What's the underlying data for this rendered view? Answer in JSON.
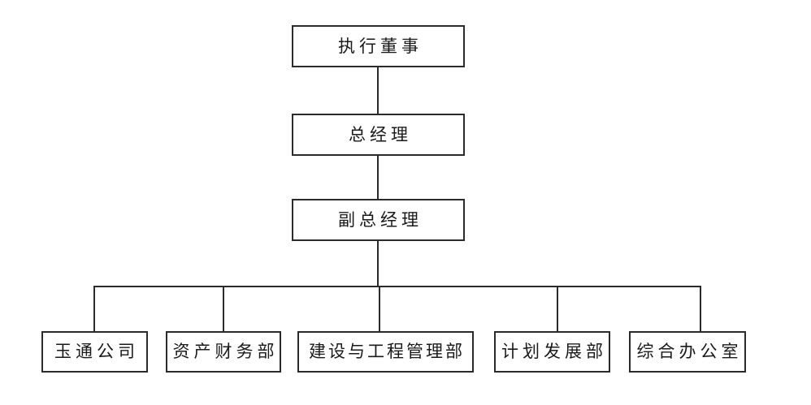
{
  "colors": {
    "line": "#2b2b2b",
    "box-bg": "#ffffff",
    "page-bg": "#ffffff"
  },
  "org_chart": {
    "levels": [
      {
        "id": "executive-director",
        "label": "执行董事"
      },
      {
        "id": "general-manager",
        "label": "总经理"
      },
      {
        "id": "deputy-general-manager",
        "label": "副总经理"
      }
    ],
    "departments": [
      {
        "id": "yutong-company",
        "label": "玉通公司"
      },
      {
        "id": "asset-finance-dept",
        "label": "资产财务部"
      },
      {
        "id": "construction-engineering-dept",
        "label": "建设与工程管理部"
      },
      {
        "id": "planning-development-dept",
        "label": "计划发展部"
      },
      {
        "id": "general-office",
        "label": "综合办公室"
      }
    ]
  }
}
